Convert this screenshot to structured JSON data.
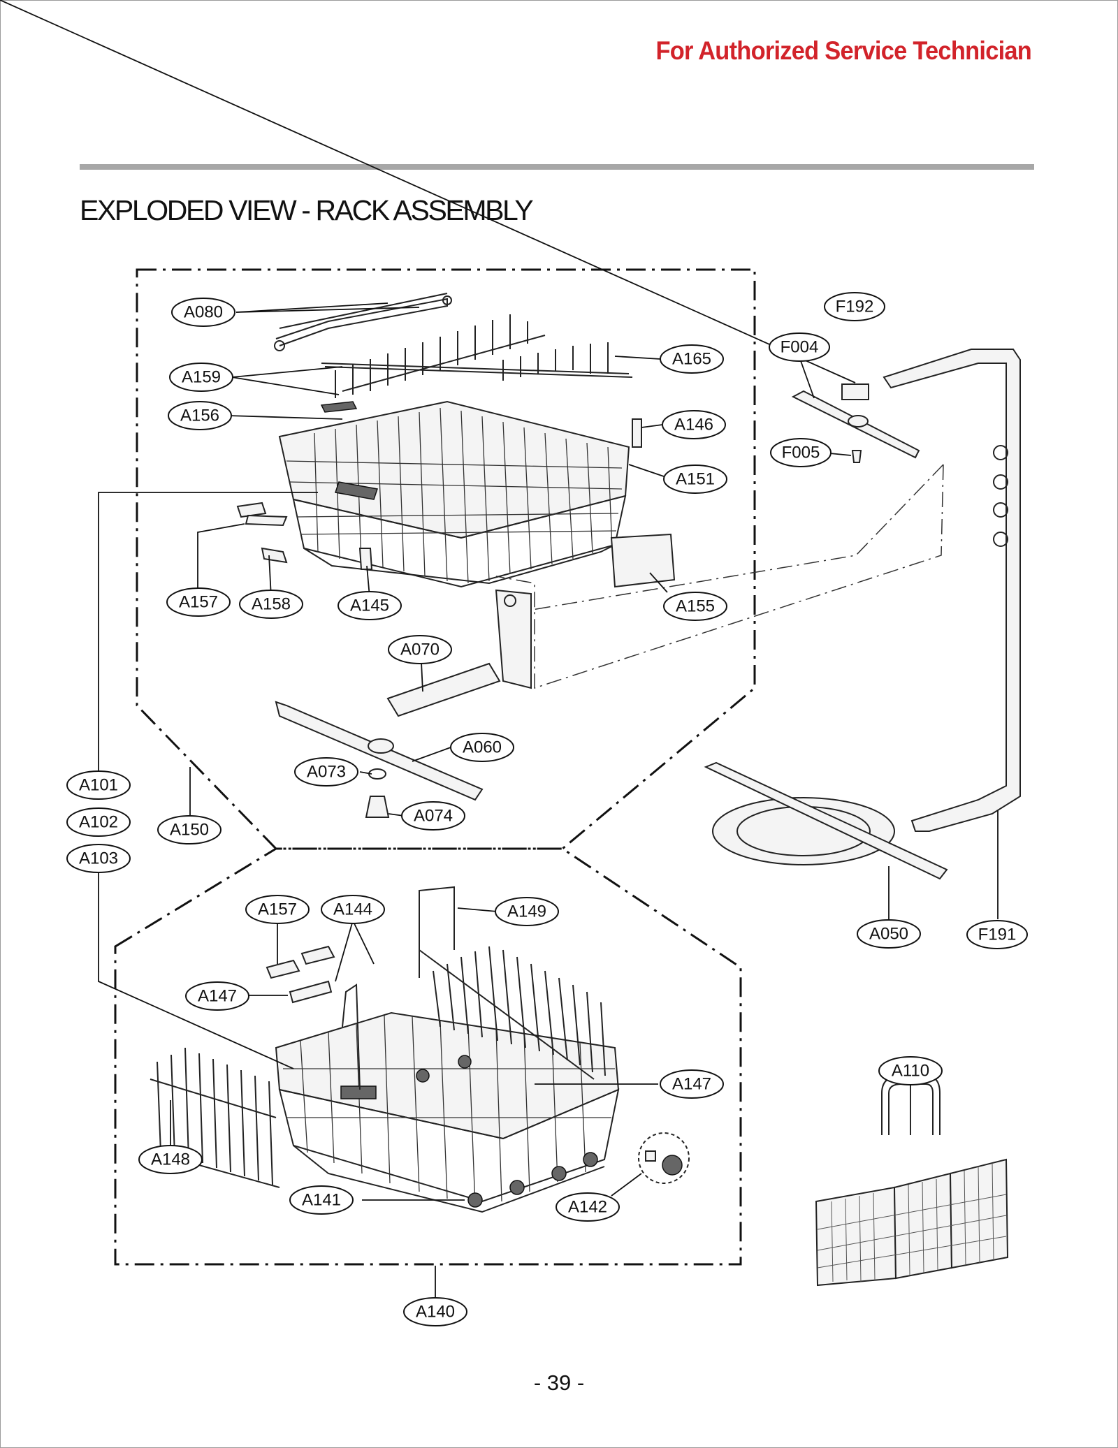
{
  "header": {
    "audience_notice": "For Authorized Service Technician"
  },
  "title": "EXPLODED VIEW - RACK ASSEMBLY",
  "page_number": "- 39 -",
  "callouts": {
    "A080": "A080",
    "A159": "A159",
    "A156": "A156",
    "A165": "A165",
    "A146": "A146",
    "A151": "A151",
    "A157_upper": "A157",
    "A158": "A158",
    "A145": "A145",
    "A155": "A155",
    "A070": "A070",
    "A060": "A060",
    "A073": "A073",
    "A074": "A074",
    "A101": "A101",
    "A102": "A102",
    "A103": "A103",
    "A150": "A150",
    "F192": "F192",
    "F004": "F004",
    "F005": "F005",
    "A050": "A050",
    "F191": "F191",
    "A157_lower": "A157",
    "A144": "A144",
    "A149": "A149",
    "A147_left": "A147",
    "A147_right": "A147",
    "A148": "A148",
    "A141": "A141",
    "A142": "A142",
    "A140": "A140",
    "A110": "A110"
  }
}
